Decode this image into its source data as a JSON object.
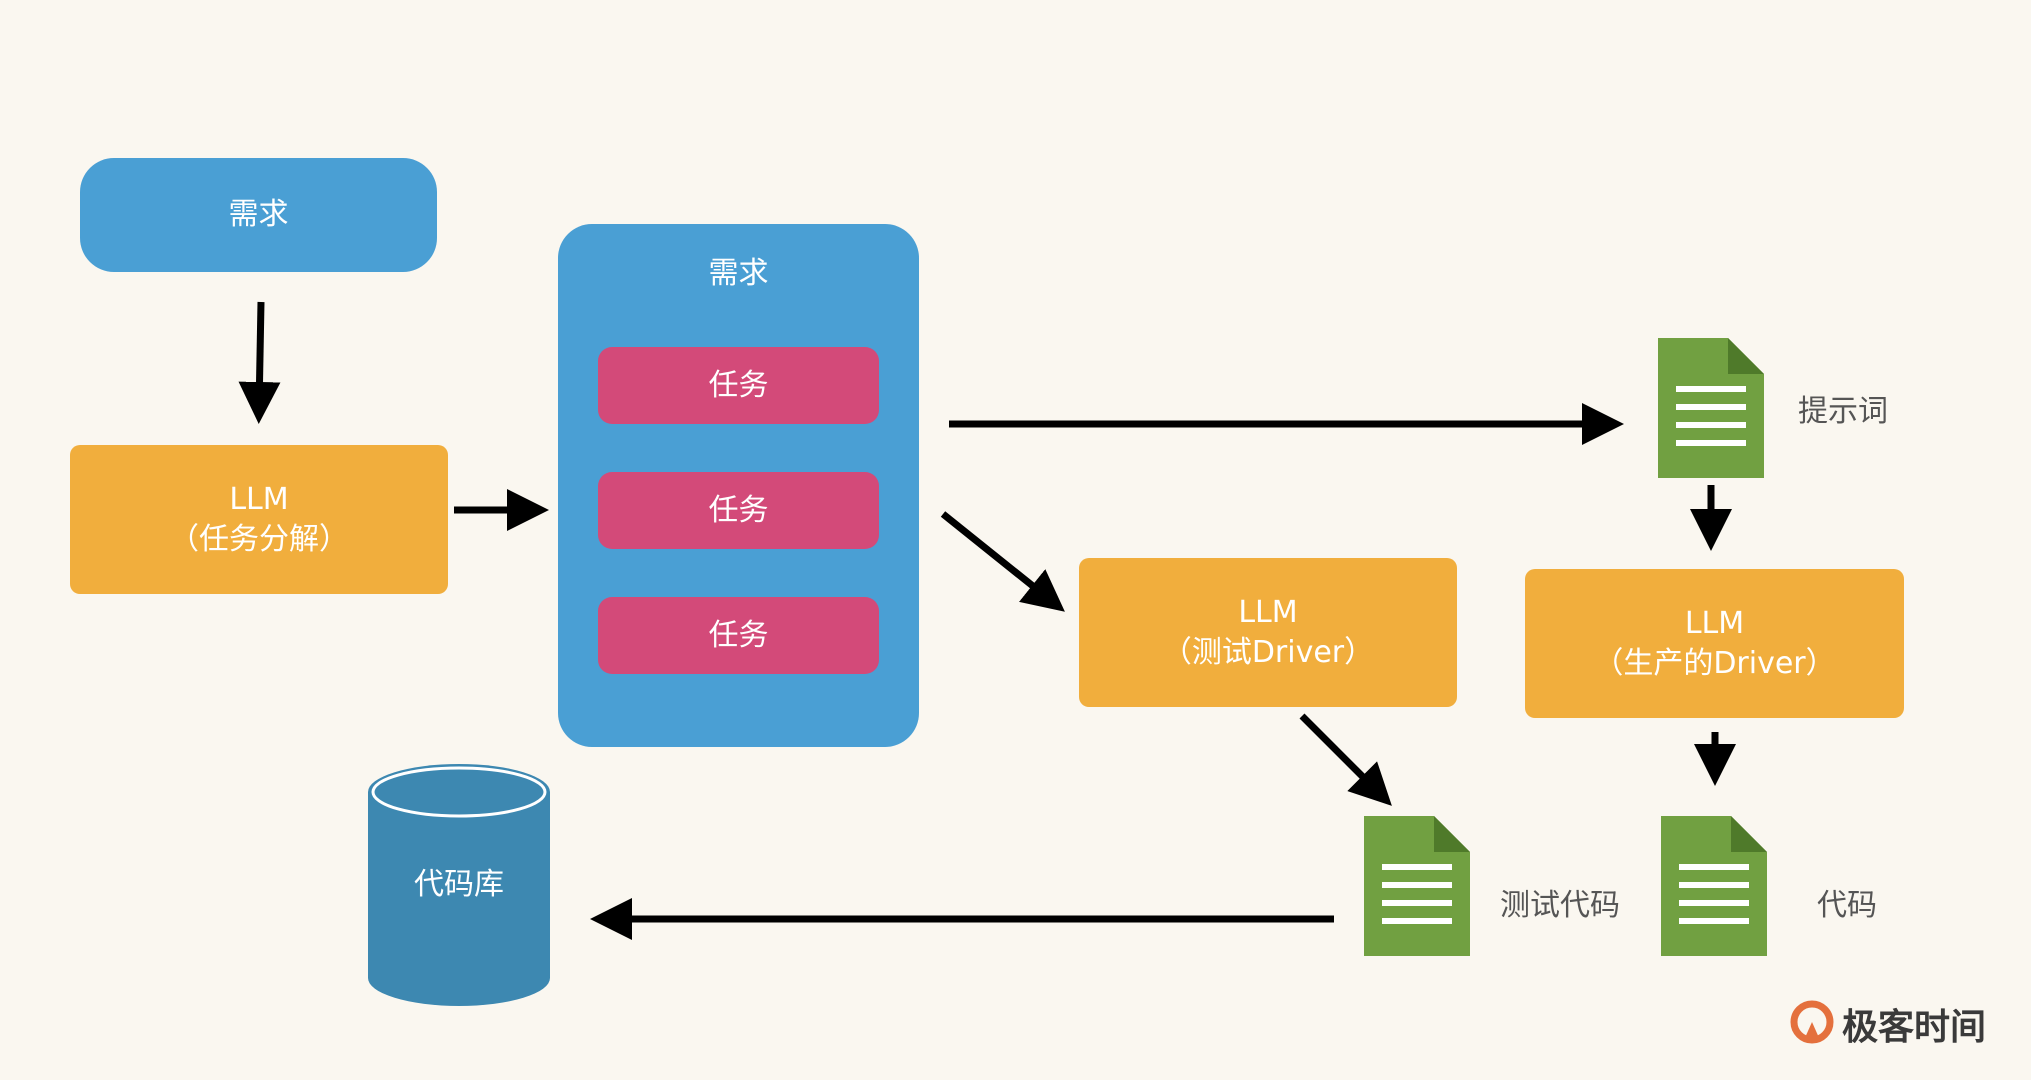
{
  "nodes": {
    "requirement_top": "需求",
    "llm_decompose": {
      "line1": "LLM",
      "line2": "（任务分解）"
    },
    "requirement_group": {
      "title": "需求",
      "tasks": [
        "任务",
        "任务",
        "任务"
      ]
    },
    "llm_test": {
      "line1": "LLM",
      "line2": "（测试Driver）"
    },
    "llm_prod": {
      "line1": "LLM",
      "line2": "（生产的Driver）"
    },
    "codebase": "代码库"
  },
  "documents": {
    "prompt": "提示词",
    "test_code": "测试代码",
    "code": "代码"
  },
  "brand": "极客时间",
  "colors": {
    "background": "#faf7f0",
    "blue": "#4a9fd4",
    "orange": "#f1ae3d",
    "pink": "#d34a79",
    "green": "#71a041",
    "cylinder": "#3d88b1",
    "brand": "#e4703d"
  }
}
